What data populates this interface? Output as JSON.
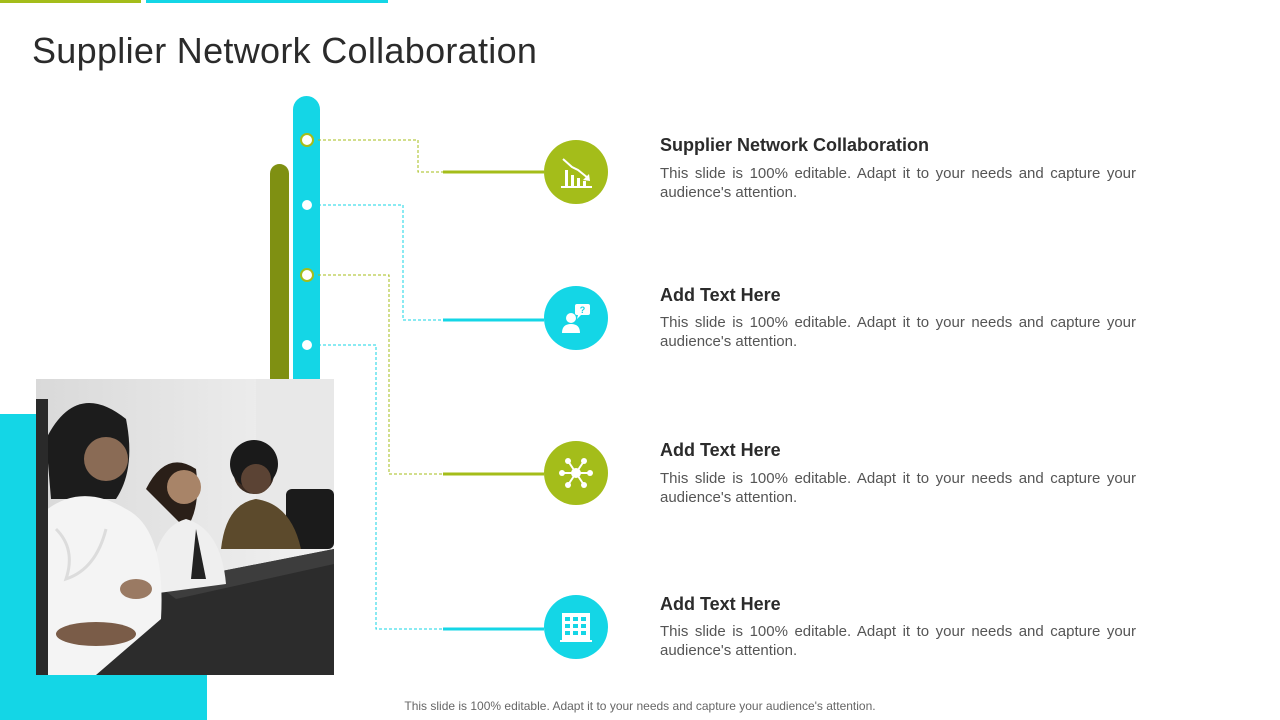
{
  "slide": {
    "title": "Supplier Network Collaboration",
    "footer": "This slide is 100% editable. Adapt it to your needs and capture your audience's attention."
  },
  "colors": {
    "olive": "#a4bd1a",
    "olive_dark": "#7f9012",
    "cyan": "#14d6e6"
  },
  "items": [
    {
      "title": "Supplier Network Collaboration",
      "description": "This slide is 100% editable. Adapt it to your needs and capture your audience's attention.",
      "icon": "bar-chart-decline-icon",
      "color": "olive"
    },
    {
      "title": "Add Text Here",
      "description": "This slide is 100% editable. Adapt it to your needs and capture your audience's attention.",
      "icon": "person-question-icon",
      "color": "cyan"
    },
    {
      "title": "Add Text Here",
      "description": "This slide is 100% editable. Adapt it to your needs and capture your audience's attention.",
      "icon": "network-hub-icon",
      "color": "olive"
    },
    {
      "title": "Add Text Here",
      "description": "This slide is 100% editable. Adapt it to your needs and capture your audience's attention.",
      "icon": "building-grid-icon",
      "color": "cyan"
    }
  ],
  "photo": {
    "subject": "meeting-photo"
  }
}
